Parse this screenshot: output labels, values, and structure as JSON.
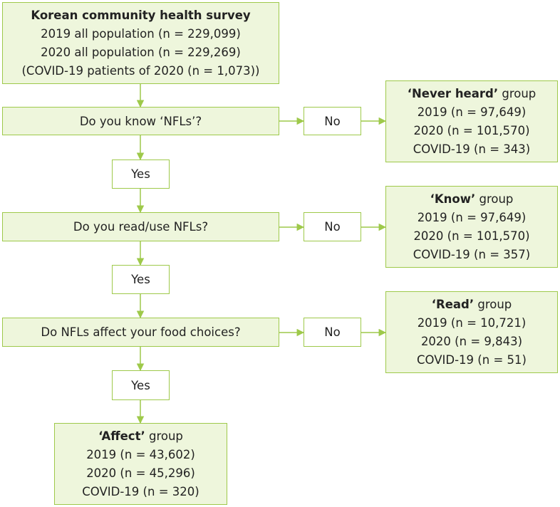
{
  "survey": {
    "title": "Korean community health survey",
    "lines": [
      "2019 all population (n = 229,099)",
      "2020 all population (n = 229,269)",
      "(COVID-19 patients of 2020 (n = 1,073))"
    ]
  },
  "questions": {
    "q1": "Do you know ‘NFLs’?",
    "q2": "Do you read/use NFLs?",
    "q3": "Do NFLs affect your food choices?"
  },
  "answers": {
    "no": "No",
    "yes": "Yes"
  },
  "groups": {
    "never_heard": {
      "name": "‘Never heard’",
      "suffix": " group",
      "lines": [
        "2019 (n = 97,649)",
        "2020 (n = 101,570)",
        "COVID-19 (n = 343)"
      ]
    },
    "know": {
      "name": "‘Know’",
      "suffix": " group",
      "lines": [
        "2019 (n = 97,649)",
        "2020 (n = 101,570)",
        "COVID-19 (n = 357)"
      ]
    },
    "read": {
      "name": "‘Read’",
      "suffix": " group",
      "lines": [
        "2019 (n = 10,721)",
        "2020 (n = 9,843)",
        "COVID-19 (n = 51)"
      ]
    },
    "affect": {
      "name": "‘Affect’",
      "suffix": " group",
      "lines": [
        "2019 (n = 43,602)",
        "2020 (n = 45,296)",
        "COVID-19 (n = 320)"
      ]
    }
  },
  "colors": {
    "border": "#9ec94a",
    "fill": "#eef6dc",
    "arrow": "#9ec94a",
    "text": "#222222"
  }
}
